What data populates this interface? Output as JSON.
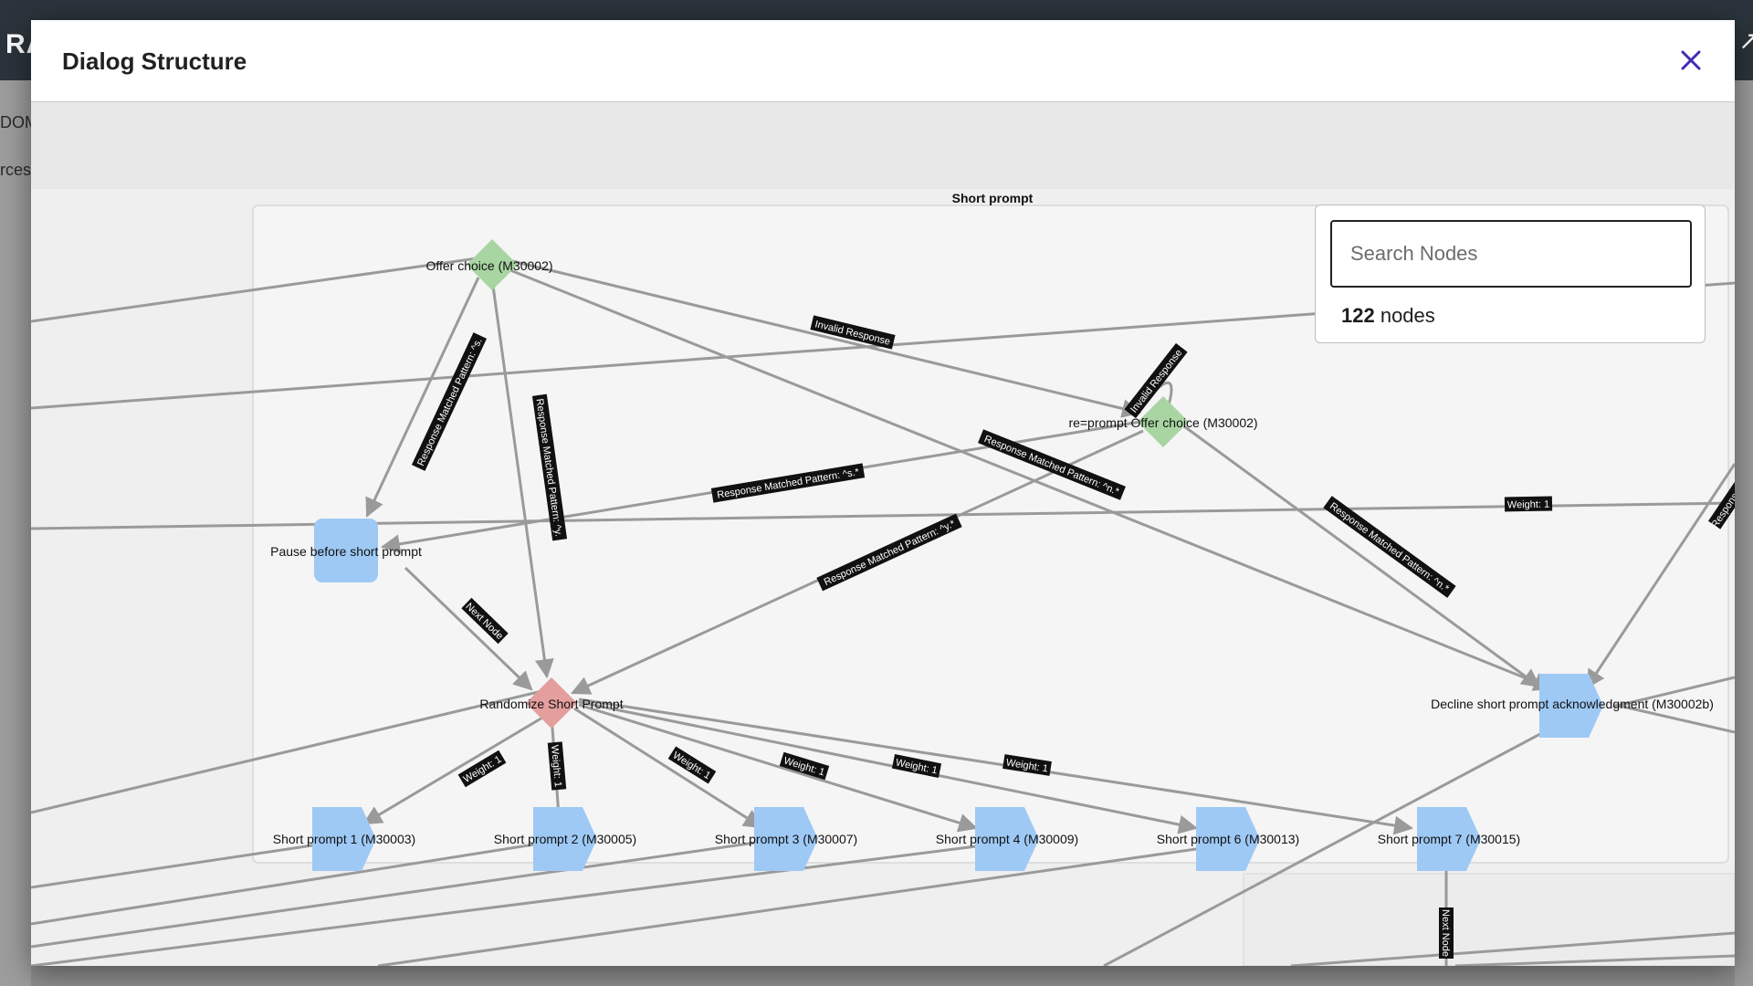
{
  "background_app": {
    "logo_text": "RA",
    "sidebar_items": [
      {
        "label": "DOM"
      },
      {
        "label": "rces"
      }
    ]
  },
  "modal": {
    "title": "Dialog Structure",
    "close_icon": "close-icon",
    "accent_color": "#3f2bb5"
  },
  "search": {
    "placeholder": "Search Nodes",
    "value": "",
    "count_number": "122",
    "count_suffix": " nodes"
  },
  "graph": {
    "group_label": "Short prompt",
    "colors": {
      "offer": "#a8d5a2",
      "randomize": "#e59e9e",
      "prompt": "#9ec9f5",
      "edge": "#9a9a9a",
      "edge_label_bg": "#111111"
    },
    "nodes": [
      {
        "id": "offer",
        "label": "Offer choice (M30002)",
        "shape": "diamond"
      },
      {
        "id": "reprompt",
        "label": "re=prompt Offer choice (M30002)",
        "shape": "diamond"
      },
      {
        "id": "pause",
        "label": "Pause before short prompt",
        "shape": "rounded"
      },
      {
        "id": "randomize",
        "label": "Randomize Short Prompt",
        "shape": "diamond"
      },
      {
        "id": "decline",
        "label": "Decline short prompt acknowledgment (M30002b)",
        "shape": "pentagon"
      },
      {
        "id": "sp1",
        "label": "Short prompt 1 (M30003)",
        "shape": "pentagon"
      },
      {
        "id": "sp2",
        "label": "Short prompt 2 (M30005)",
        "shape": "pentagon"
      },
      {
        "id": "sp3",
        "label": "Short prompt 3 (M30007)",
        "shape": "pentagon"
      },
      {
        "id": "sp4",
        "label": "Short prompt 4 (M30009)",
        "shape": "pentagon"
      },
      {
        "id": "sp6",
        "label": "Short prompt 6 (M30013)",
        "shape": "pentagon"
      },
      {
        "id": "sp7",
        "label": "Short prompt 7 (M30015)",
        "shape": "pentagon"
      }
    ],
    "edge_labels": [
      {
        "id": "invalid1",
        "text": "Invalid Response"
      },
      {
        "id": "invalid2",
        "text": "Invalid Response"
      },
      {
        "id": "rms1",
        "text": "Response Matched Pattern: ^s."
      },
      {
        "id": "rmy1",
        "text": "Response Matched Pattern: ^y."
      },
      {
        "id": "rms2",
        "text": "Response Matched Pattern: ^s.*"
      },
      {
        "id": "rmn1",
        "text": "Response Matched Pattern: ^n.*"
      },
      {
        "id": "rmy2",
        "text": "Response Matched Pattern: ^y.*"
      },
      {
        "id": "rmn2",
        "text": "Response Matched Pattern: ^n.*"
      },
      {
        "id": "rmedge",
        "text": "Response Ma"
      },
      {
        "id": "next1",
        "text": "Next Node"
      },
      {
        "id": "next2",
        "text": "Next Node"
      },
      {
        "id": "w0",
        "text": "Weight: 1"
      },
      {
        "id": "w1",
        "text": "Weight: 1"
      },
      {
        "id": "w2",
        "text": "Weight: 1"
      },
      {
        "id": "w3",
        "text": "Weight: 1"
      },
      {
        "id": "w4",
        "text": "Weight: 1"
      },
      {
        "id": "w5",
        "text": "Weight: 1"
      },
      {
        "id": "w6",
        "text": "Weight: 1"
      }
    ]
  }
}
